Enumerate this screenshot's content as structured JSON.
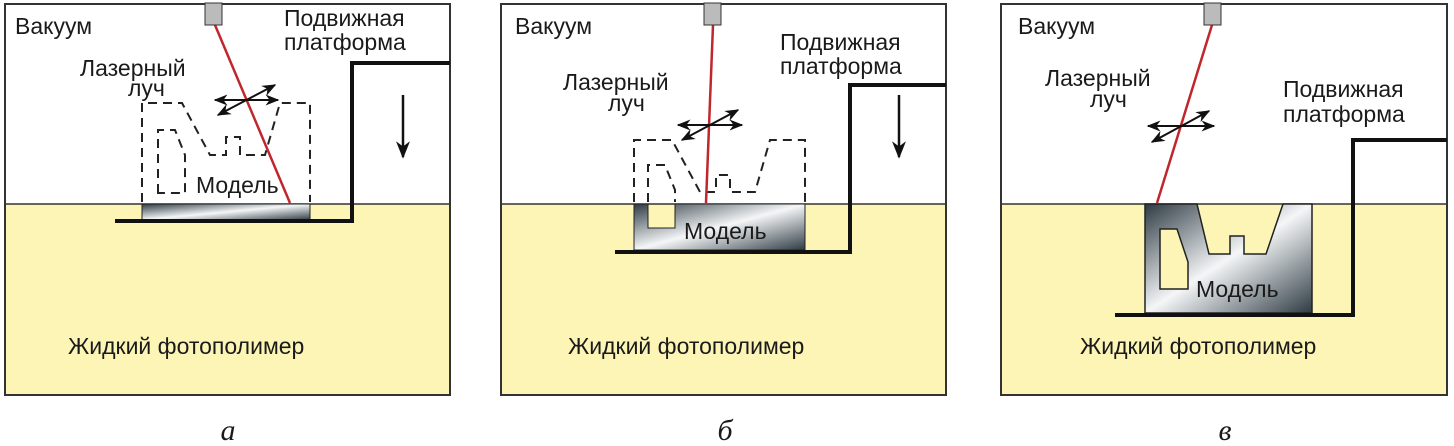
{
  "colors": {
    "resin": "#fcf5b6",
    "laser": "#c0272d",
    "frame": "#333333"
  },
  "panels": [
    {
      "caption": "а",
      "vacuum": "Вакуум",
      "laser_line1": "Лазерный",
      "laser_line2": "луч",
      "platform_line1": "Подвижная",
      "platform_line2": "платформа",
      "model": "Модель",
      "liquid": "Жидкий фотополимер"
    },
    {
      "caption": "б",
      "vacuum": "Вакуум",
      "laser_line1": "Лазерный",
      "laser_line2": "луч",
      "platform_line1": "Подвижная",
      "platform_line2": "платформа",
      "model": "Модель",
      "liquid": "Жидкий фотополимер"
    },
    {
      "caption": "в",
      "vacuum": "Вакуум",
      "laser_line1": "Лазерный",
      "laser_line2": "луч",
      "platform_line1": "Подвижная",
      "platform_line2": "платформа",
      "model": "Модель",
      "liquid": "Жидкий фотополимер"
    }
  ]
}
